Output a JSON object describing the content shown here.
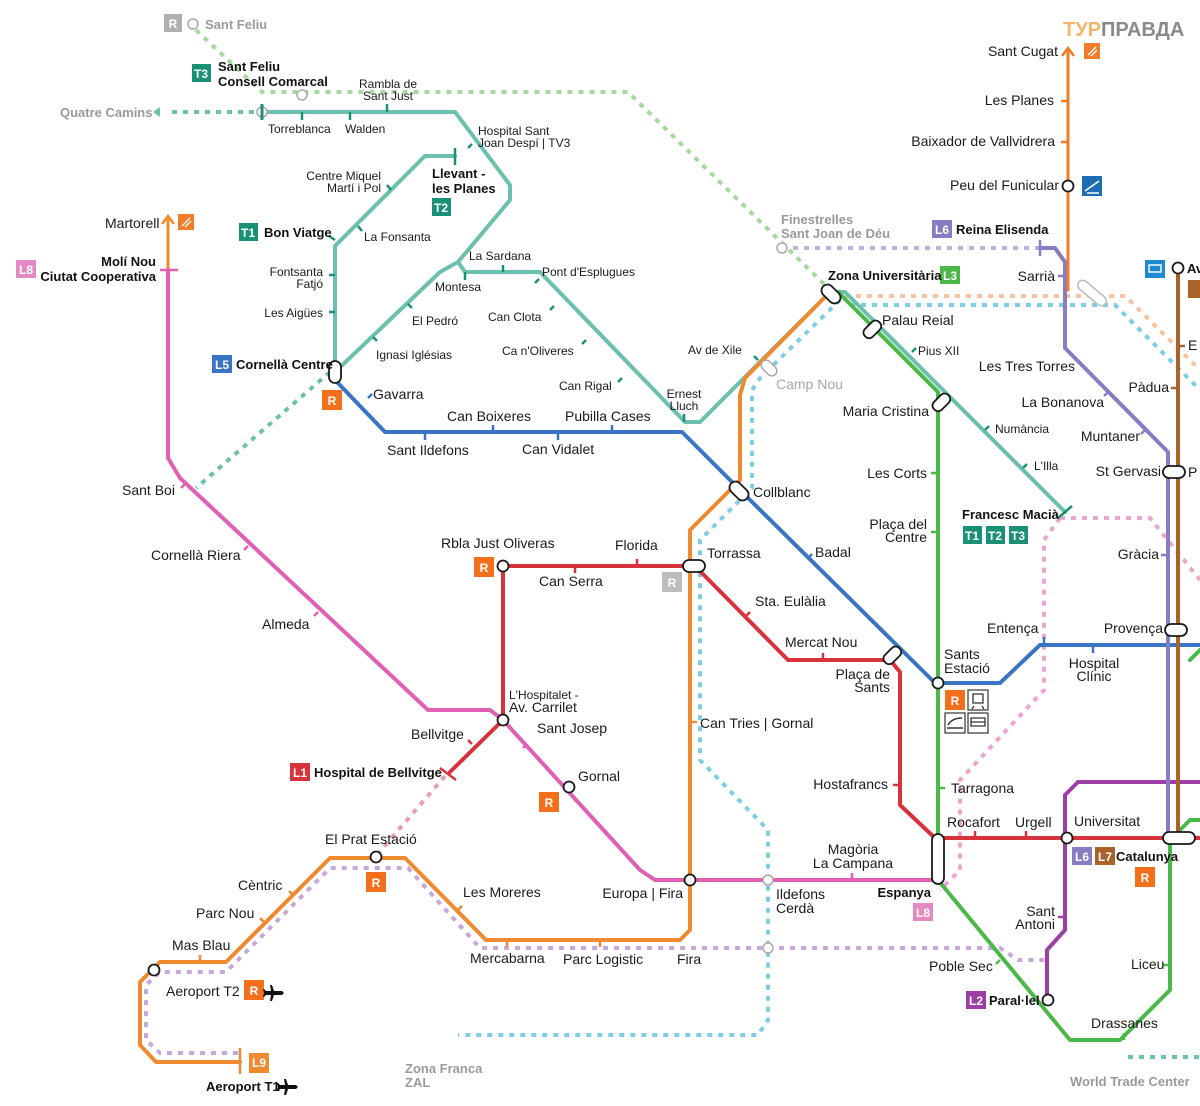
{
  "brand": {
    "part1": "ТУР",
    "part2": "ПРАВДА",
    "color1": "#f5b66a",
    "color2": "#8a8a8a"
  },
  "colors": {
    "L1": "#d8323c",
    "L2": "#9b3fa5",
    "L3": "#4cb849",
    "L5": "#3a74c4",
    "L6": "#8a7cc4",
    "L7": "#a8622a",
    "L8": "#e060b4",
    "L9": "#f08a30",
    "T": "#6cc0ae",
    "Tbadge": "#1a9077",
    "R": "#f46f1b",
    "Rgrey": "#b8b8b8",
    "FGC": "#ef7d2a",
    "blueDotted": "#7fcde4",
    "peachDotted": "#f5c3a0",
    "greenDotted": "#a8d8a0",
    "pinkDotted": "#eaa6d0",
    "lilacDotted": "#c8a8d8",
    "lavDotted": "#b8b4e0"
  },
  "line_badges": {
    "L1": "L1",
    "L2": "L2",
    "L3": "L3",
    "L5": "L5",
    "L6": "L6",
    "L7": "L7",
    "L8": "L8",
    "L9": "L9",
    "T1": "T1",
    "T2": "T2",
    "T3": "T3",
    "R": "R"
  },
  "terminals": {
    "sant_feliu": "Sant Feliu",
    "sant_feliu_consell_1": "Sant Feliu",
    "sant_feliu_consell_2": "Consell Comarcal",
    "quatre_camins": "Quatre Camins",
    "martorell": "Martorell",
    "moli_nou_1": "Molí Nou",
    "moli_nou_2": "Ciutat Cooperativa",
    "bon_viatge": "Bon Viatge",
    "llevant_1": "Llevant -",
    "llevant_2": "les Planes",
    "cornella_centre": "Cornellà Centre",
    "hospital_bellvitge": "Hospital de Bellvitge",
    "aeroport_t1": "Aeroport T1",
    "zona_franca_1": "Zona Franca",
    "zona_franca_2": "ZAL",
    "world_trade_center": "World Trade Center",
    "reina_elisenda": "Reina Elisenda",
    "zona_universitaria": "Zona Universitària",
    "francesc_macia": "Francesc Macià",
    "finestrelles_1": "Finestrelles",
    "finestrelles_2": "Sant Joan de Déu",
    "espanya": "Espanya",
    "paral_lel": "Paral·lel",
    "catalunya": "Catalunya",
    "sant_cugat": "Sant Cugat",
    "av_partial": "Av",
    "e_partial": "E",
    "p_partial": "P"
  },
  "stations": {
    "rambla_sant_just_1": "Rambla de",
    "rambla_sant_just_2": "Sant Just",
    "torreblanca": "Torreblanca",
    "walden": "Walden",
    "hospital_sant_joan_1": "Hospital Sant",
    "hospital_sant_joan_2": "Joan Despí | TV3",
    "centre_miquel_1": "Centre Miquel",
    "centre_miquel_2": "Martí i Pol",
    "la_fonsanta": "La Fonsanta",
    "fontsanta_1": "Fontsanta",
    "fontsanta_2": "Fatjó",
    "les_aigues": "Les Aigües",
    "la_sardana": "La Sardana",
    "pont_esplugues": "Pont d'Esplugues",
    "montesa": "Montesa",
    "el_pedro": "El Pedró",
    "can_clota": "Can Clota",
    "ignasi_iglesias": "Ignasi Iglésias",
    "ca_n_oliveres": "Ca n'Oliveres",
    "can_rigal": "Can Rigal",
    "ernest_lluch_1": "Ernest",
    "ernest_lluch_2": "Lluch",
    "av_xile": "Av de Xile",
    "camp_nou": "Camp Nou",
    "gavarra": "Gavarra",
    "can_boixeres": "Can Boixeres",
    "pubilla_cases": "Pubilla Cases",
    "sant_ildefons": "Sant Ildefons",
    "can_vidalet": "Can Vidalet",
    "collblanc": "Collblanc",
    "sant_boi": "Sant Boi",
    "cornella_riera": "Cornellà Riera",
    "almeda": "Almeda",
    "rbla_just_oliveras": "Rbla Just Oliveras",
    "florida": "Florida",
    "can_serra": "Can Serra",
    "torrassa": "Torrassa",
    "sta_eulalia": "Sta. Eulàlia",
    "mercat_nou": "Mercat Nou",
    "placa_sants_1": "Plaça de",
    "placa_sants_2": "Sants",
    "badal": "Badal",
    "lhospitalet_1": "L'Hospitalet -",
    "lhospitalet_2": "Av. Carrilet",
    "sant_josep": "Sant Josep",
    "bellvitge": "Bellvitge",
    "gornal": "Gornal",
    "can_tries": "Can Tries | Gornal",
    "hostafrancs": "Hostafrancs",
    "el_prat": "El Prat Estació",
    "centric": "Cèntric",
    "parc_nou": "Parc Nou",
    "mas_blau": "Mas Blau",
    "aeroport_t2": "Aeroport T2",
    "les_moreres": "Les Moreres",
    "europa_fira": "Europa | Fira",
    "mercabarna": "Mercabarna",
    "parc_logistic": "Parc Logistic",
    "fira": "Fira",
    "ildefons_1": "Ildefons",
    "ildefons_2": "Cerdà",
    "magoria_1": "Magòria",
    "magoria_2": "La Campana",
    "palau_reial": "Palau Reial",
    "pius_xii": "Pius XII",
    "maria_cristina": "Maria Cristina",
    "les_corts": "Les Corts",
    "placa_centre_1": "Plaça del",
    "placa_centre_2": "Centre",
    "sants_estacio_1": "Sants",
    "sants_estacio_2": "Estació",
    "numancia": "Numància",
    "lilla": "L'Illa",
    "tarragona": "Tarragona",
    "rocafort": "Rocafort",
    "urgell": "Urgell",
    "universitat": "Universitat",
    "sant_antoni_1": "Sant",
    "sant_antoni_2": "Antoni",
    "poble_sec": "Poble Sec",
    "drassanes": "Drassanes",
    "liceu": "Liceu",
    "entenca": "Entença",
    "hospital_clinic_1": "Hospital",
    "hospital_clinic_2": "Clínic",
    "provenca": "Provença",
    "gracia": "Gràcia",
    "les_planes": "Les Planes",
    "baixador": "Baixador de Vallvidrera",
    "peu_funicular": "Peu del Funicular",
    "sarria": "Sarrià",
    "les_tres_torres": "Les Tres Torres",
    "la_bonanova": "La Bonanova",
    "padua": "Pàdua",
    "muntaner": "Muntaner",
    "st_gervasi": "St Gervasi"
  }
}
